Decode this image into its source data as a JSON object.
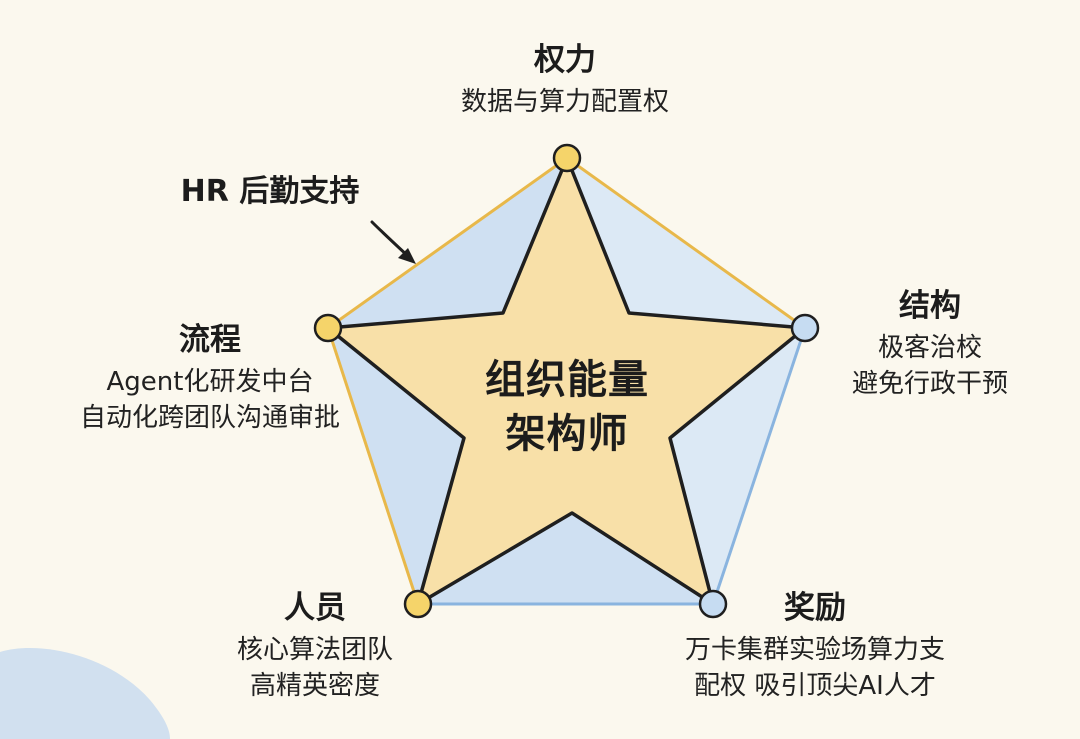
{
  "center": {
    "line1": "组织能量",
    "line2": "架构师"
  },
  "nodes": {
    "power": {
      "title": "权力",
      "lines": [
        "数据与算力配置权"
      ]
    },
    "structure": {
      "title": "结构",
      "lines": [
        "极客治校",
        "避免行政干预"
      ]
    },
    "reward": {
      "title": "奖励",
      "lines": [
        "万卡集群实验场算力支",
        "配权  吸引顶尖AI人才"
      ]
    },
    "people": {
      "title": "人员",
      "lines": [
        "核心算法团队",
        "高精英密度"
      ]
    },
    "process": {
      "title": "流程",
      "lines": [
        "Agent化研发中台",
        "自动化跨团队沟通审批"
      ]
    }
  },
  "callout": {
    "text": "HR 后勤支持"
  },
  "colors": {
    "background": "#fbf8ee",
    "star_fill": "#f8e0a8",
    "pentagon_left_fill": "#cfe0f2",
    "edge_yellow": "#e8b84a",
    "edge_blue": "#8ab4df",
    "node_yellow": "#f5d46a",
    "node_blue": "#c6dcf2",
    "outline": "#1f1f1f",
    "corner_blob": "#c9dcef"
  }
}
